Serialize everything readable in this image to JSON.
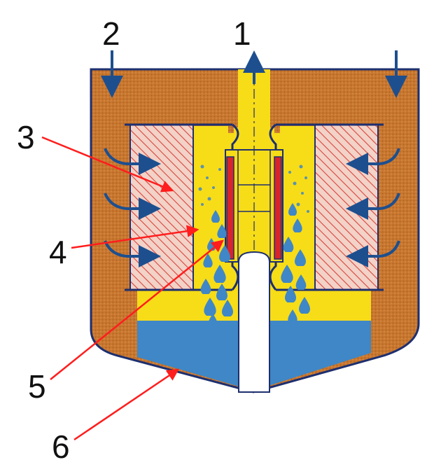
{
  "diagram": {
    "callouts": [
      "1",
      "2",
      "3",
      "4",
      "5",
      "6"
    ]
  },
  "colors": {
    "housing_fill": "#c9772f",
    "housing_stroke": "#1d2f6f",
    "fluid_yellow": "#f7dc18",
    "hatch_bg": "#f3d2c8",
    "hatch_line": "#d8453b",
    "liquid_blue": "#3f87c6",
    "flow_arrow": "#1d4f8f",
    "element_red": "#d8242b",
    "pointer_red": "#ff1d1d"
  }
}
